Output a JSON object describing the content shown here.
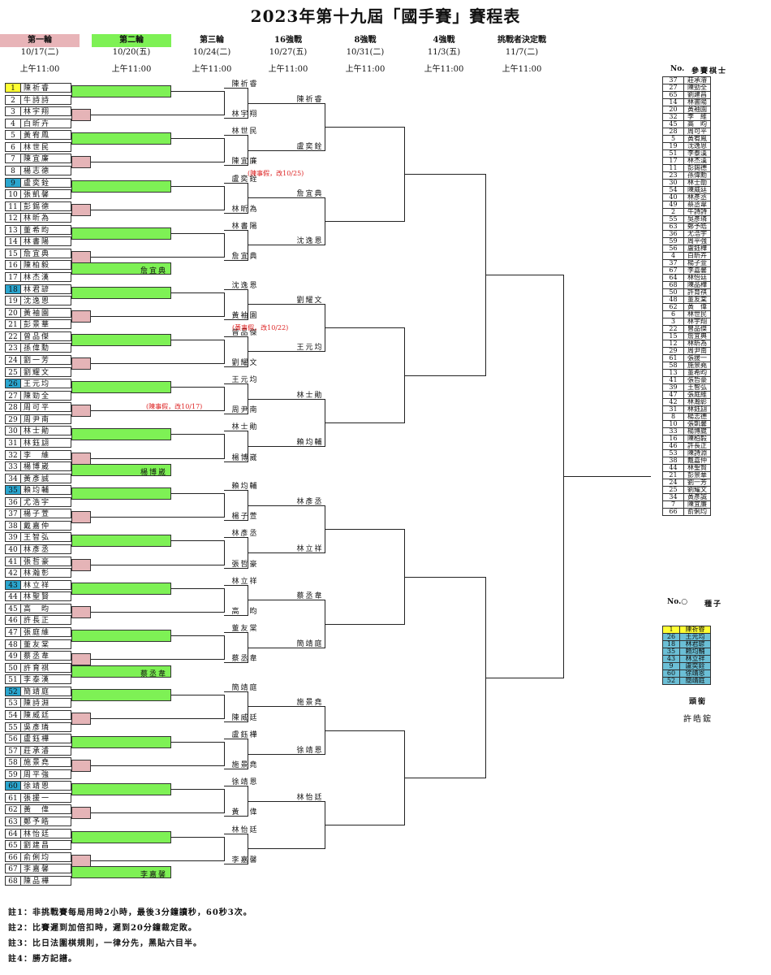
{
  "title": "2023年第十九屆「國手賽」賽程表",
  "rounds": [
    {
      "name": "第一輪",
      "date": "10/17(二)",
      "time": "上午11:00",
      "style": "pink"
    },
    {
      "name": "第二輪",
      "date": "10/20(五)",
      "time": "上午11:00",
      "style": "green"
    },
    {
      "name": "第三輪",
      "date": "10/24(二)",
      "time": "上午11:00",
      "style": ""
    },
    {
      "name": "16強戰",
      "date": "10/27(五)",
      "time": "上午11:00",
      "style": ""
    },
    {
      "name": "8強戰",
      "date": "10/31(二)",
      "time": "上午11:00",
      "style": ""
    },
    {
      "name": "4強戰",
      "date": "11/3(五)",
      "time": "上午11:00",
      "style": ""
    },
    {
      "name": "挑戰者決定戰",
      "date": "11/7(二)",
      "time": "上午11:00",
      "style": ""
    }
  ],
  "players": [
    {
      "n": "1",
      "name": "陳祈睿",
      "seed": "y"
    },
    {
      "n": "2",
      "name": "牛詩詩"
    },
    {
      "n": "3",
      "name": "林宇翔"
    },
    {
      "n": "4",
      "name": "白昕卉"
    },
    {
      "n": "5",
      "name": "黃宥鳳"
    },
    {
      "n": "6",
      "name": "林世民"
    },
    {
      "n": "7",
      "name": "陳宜廉"
    },
    {
      "n": "8",
      "name": "楊志德"
    },
    {
      "n": "9",
      "name": "盧奕銓",
      "seed": "b"
    },
    {
      "n": "10",
      "name": "張凱馨"
    },
    {
      "n": "11",
      "name": "彭錫德"
    },
    {
      "n": "12",
      "name": "林昕為"
    },
    {
      "n": "13",
      "name": "董希昀"
    },
    {
      "n": "14",
      "name": "林書陽"
    },
    {
      "n": "15",
      "name": "詹宜典"
    },
    {
      "n": "16",
      "name": "陳柏毅"
    },
    {
      "n": "17",
      "name": "林杰漢"
    },
    {
      "n": "18",
      "name": "林君諺",
      "seed": "b"
    },
    {
      "n": "19",
      "name": "沈逸恩"
    },
    {
      "n": "20",
      "name": "黃袖園"
    },
    {
      "n": "21",
      "name": "彭景華"
    },
    {
      "n": "22",
      "name": "曾品傑"
    },
    {
      "n": "23",
      "name": "孫偉勳"
    },
    {
      "n": "24",
      "name": "劉一芳"
    },
    {
      "n": "25",
      "name": "劉耀文"
    },
    {
      "n": "26",
      "name": "王元均",
      "seed": "b"
    },
    {
      "n": "27",
      "name": "陳勁全"
    },
    {
      "n": "28",
      "name": "周可平"
    },
    {
      "n": "29",
      "name": "周尹南"
    },
    {
      "n": "30",
      "name": "林士勛"
    },
    {
      "n": "31",
      "name": "林鈺翃"
    },
    {
      "n": "32",
      "name": "李　維"
    },
    {
      "n": "33",
      "name": "楊博崴"
    },
    {
      "n": "34",
      "name": "黃彥誠"
    },
    {
      "n": "35",
      "name": "賴均輔",
      "seed": "b"
    },
    {
      "n": "36",
      "name": "尤浩宇"
    },
    {
      "n": "37",
      "name": "楊子萱"
    },
    {
      "n": "38",
      "name": "戴嘉仲"
    },
    {
      "n": "39",
      "name": "王智弘"
    },
    {
      "n": "40",
      "name": "林彥丞"
    },
    {
      "n": "41",
      "name": "張哲豪"
    },
    {
      "n": "42",
      "name": "林瀚彰"
    },
    {
      "n": "43",
      "name": "林立祥",
      "seed": "b"
    },
    {
      "n": "44",
      "name": "林聖賢"
    },
    {
      "n": "45",
      "name": "高　昀"
    },
    {
      "n": "46",
      "name": "許長正"
    },
    {
      "n": "47",
      "name": "張庭維"
    },
    {
      "n": "48",
      "name": "董友棠"
    },
    {
      "n": "49",
      "name": "蔡丞韋"
    },
    {
      "n": "50",
      "name": "許育祺"
    },
    {
      "n": "51",
      "name": "李泰漢"
    },
    {
      "n": "52",
      "name": "簡靖庭",
      "seed": "b"
    },
    {
      "n": "53",
      "name": "陳詩淵"
    },
    {
      "n": "54",
      "name": "陳威廷"
    },
    {
      "n": "55",
      "name": "吳彥璘"
    },
    {
      "n": "56",
      "name": "盧鈺樺"
    },
    {
      "n": "57",
      "name": "莊承濬"
    },
    {
      "n": "58",
      "name": "施景堯"
    },
    {
      "n": "59",
      "name": "周平強"
    },
    {
      "n": "60",
      "name": "徐靖恩",
      "seed": "b"
    },
    {
      "n": "61",
      "name": "張援一"
    },
    {
      "n": "62",
      "name": "黃　偉"
    },
    {
      "n": "63",
      "name": "鄭予皓"
    },
    {
      "n": "64",
      "name": "林怡廷"
    },
    {
      "n": "65",
      "name": "劉建昌"
    },
    {
      "n": "66",
      "name": "俞俐均"
    },
    {
      "n": "67",
      "name": "李嘉馨"
    },
    {
      "n": "68",
      "name": "陳品樺"
    }
  ],
  "round2_winners": [
    {
      "name": "詹宜典",
      "row": 16
    },
    {
      "name": "楊博崴",
      "row": 33
    },
    {
      "name": "蔡丞韋",
      "row": 50
    },
    {
      "name": "李嘉馨",
      "row": 67
    }
  ],
  "round3": [
    "陳祈睿",
    "林宇翔",
    "林世民",
    "陳宜廉",
    "盧奕銓",
    "林昕為",
    "林書陽",
    "詹宜典",
    "沈逸恩",
    "黃袖園",
    "曾品傑",
    "劉耀文",
    "王元均",
    "周尹南",
    "林士勛",
    "楊博崴",
    "賴均輔",
    "楊子萱",
    "林彥丞",
    "張哲豪",
    "林立祥",
    "高　昀",
    "董友棠",
    "蔡丞韋",
    "簡靖庭",
    "陳威廷",
    "盧鈺樺",
    "施景堯",
    "徐靖恩",
    "黃　偉",
    "林怡廷",
    "李嘉馨"
  ],
  "round16": [
    "陳祈睿",
    "",
    "",
    "",
    "盧奕銓",
    "詹宜典",
    "沈逸恩",
    "劉耀文",
    "王元均",
    "林士勛",
    "賴均輔",
    "林彥丞",
    "林立祥",
    "蔡丞韋",
    "簡靖庭",
    "施景堯",
    "徐靖恩",
    "林怡廷"
  ],
  "notes": [
    {
      "text": "(陳事假，改10/25)"
    },
    {
      "text": "(黃事假，改10/22)"
    },
    {
      "text": "(陳事假，改10/17)"
    }
  ],
  "ranking": {
    "header_no": "No.",
    "header_name": "參賽棋士",
    "rows": [
      [
        "37",
        "莊承濬"
      ],
      [
        "27",
        "陳勁全"
      ],
      [
        "65",
        "劉建昌"
      ],
      [
        "14",
        "林書陽"
      ],
      [
        "20",
        "黃袖園"
      ],
      [
        "32",
        "李　維"
      ],
      [
        "45",
        "高　昀"
      ],
      [
        "28",
        "周可平"
      ],
      [
        "5",
        "黃宥鳳"
      ],
      [
        "19",
        "沈逸恩"
      ],
      [
        "51",
        "李泰漢"
      ],
      [
        "17",
        "林杰漢"
      ],
      [
        "11",
        "彭錫德"
      ],
      [
        "23",
        "孫偉勳"
      ],
      [
        "30",
        "林士勛"
      ],
      [
        "54",
        "陳威廷"
      ],
      [
        "40",
        "林彥丞"
      ],
      [
        "49",
        "蔡丞韋"
      ],
      [
        "2",
        "牛詩詩"
      ],
      [
        "55",
        "吳彥璘"
      ],
      [
        "63",
        "鄭予皓"
      ],
      [
        "36",
        "尤浩宇"
      ],
      [
        "59",
        "周平強"
      ],
      [
        "56",
        "盧鈺樺"
      ],
      [
        "4",
        "白昕卉"
      ],
      [
        "37",
        "楊子萱"
      ],
      [
        "67",
        "李嘉馨"
      ],
      [
        "64",
        "林怡廷"
      ],
      [
        "68",
        "陳品樺"
      ],
      [
        "50",
        "許育祺"
      ],
      [
        "48",
        "董友棠"
      ],
      [
        "62",
        "黃　偉"
      ],
      [
        "6",
        "林世民"
      ],
      [
        "3",
        "林宇翔"
      ],
      [
        "22",
        "曾品傑"
      ],
      [
        "15",
        "詹宜典"
      ],
      [
        "12",
        "林昕為"
      ],
      [
        "29",
        "周尹南"
      ],
      [
        "61",
        "張援一"
      ],
      [
        "58",
        "施景堯"
      ],
      [
        "13",
        "董希昀"
      ],
      [
        "41",
        "張哲豪"
      ],
      [
        "39",
        "王智弘"
      ],
      [
        "47",
        "張庭維"
      ],
      [
        "42",
        "林瀚彰"
      ],
      [
        "31",
        "林鈺翃"
      ],
      [
        "8",
        "楊志德"
      ],
      [
        "10",
        "張凱馨"
      ],
      [
        "33",
        "楊博崴"
      ],
      [
        "16",
        "陳柏毅"
      ],
      [
        "46",
        "許長正"
      ],
      [
        "53",
        "陳詩淵"
      ],
      [
        "38",
        "戴嘉仲"
      ],
      [
        "44",
        "林聖賢"
      ],
      [
        "21",
        "彭景華"
      ],
      [
        "24",
        "劉一芳"
      ],
      [
        "25",
        "劉耀文"
      ],
      [
        "34",
        "黃彥誠"
      ],
      [
        "7",
        "陳宜廉"
      ],
      [
        "66",
        "俞俐均"
      ]
    ]
  },
  "seeds": {
    "header_no": "No.○",
    "header_name": "種子",
    "rows": [
      [
        "1",
        "陳祈睿"
      ],
      [
        "26",
        "王元均"
      ],
      [
        "18",
        "林君諺"
      ],
      [
        "35",
        "賴均輔"
      ],
      [
        "43",
        "林立祥"
      ],
      [
        "9",
        "盧奕銓"
      ],
      [
        "60",
        "徐靖恩"
      ],
      [
        "52",
        "簡靖庭"
      ]
    ]
  },
  "title_holder_label": "頭銜",
  "title_holder_name": "許皓鋐",
  "footnotes": [
    "註1：非挑戰賽每局用時2小時，最後3分鐘讀秒，60秒3次。",
    "註2：比賽遲到加倍扣時，遲到20分鐘裁定敗。",
    "註3：比日法圍棋規則，一律分先，黑貼六目半。",
    "註4：勝方記譜。"
  ]
}
